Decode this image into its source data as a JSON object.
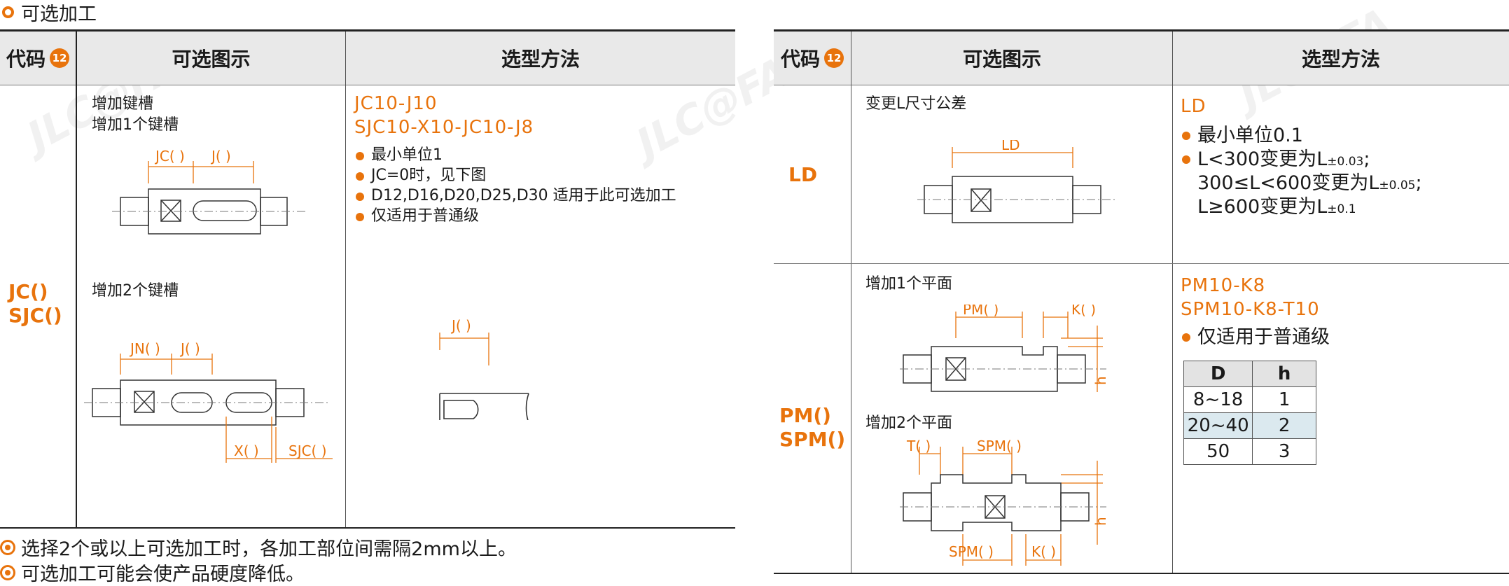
{
  "section_title": "可选加工",
  "watermark": "JLC@FA",
  "headers": {
    "code": "代码",
    "badge": "12",
    "diagram": "可选图示",
    "method": "选型方法"
  },
  "left": {
    "code": "JC()\nSJC()",
    "keyway_title": "增加键槽",
    "keyway_one": "增加1个键槽",
    "keyway_two": "增加2个键槽",
    "dims_one": [
      "JC( )",
      "J( )"
    ],
    "dims_two": [
      "JN( )",
      "J( )",
      "X( )",
      "SJC( )"
    ],
    "dim_detail": "J( )",
    "sel_codes": [
      "JC10-J10",
      "SJC10-X10-JC10-J8"
    ],
    "bullets": [
      "最小单位1",
      "JC=0时，见下图",
      "D12,D16,D20,D25,D30 适用于此可选加工",
      "仅适用于普通级"
    ]
  },
  "right": {
    "row1": {
      "code": "LD",
      "label": "变更L尺寸公差",
      "dim": "LD",
      "sel_code": "LD",
      "bullets": [
        "最小单位0.1"
      ],
      "tol_lines": [
        {
          "pre": "L<300变更为L",
          "sub": "±0.03",
          "post": ";"
        },
        {
          "pre": "300≤L<600变更为L",
          "sub": "±0.05",
          "post": ";"
        },
        {
          "pre": "L≥600变更为L",
          "sub": "±0.1",
          "post": ""
        }
      ]
    },
    "row2": {
      "code": "PM()\nSPM()",
      "flat_one": "增加1个平面",
      "flat_two": "增加2个平面",
      "dims_one": [
        "PM( )",
        "K( )",
        "h"
      ],
      "dims_two": [
        "T( )",
        "SPM( )",
        "SPM( )",
        "K( )",
        "h"
      ],
      "sel_codes": [
        "PM10-K8",
        "SPM10-K8-T10"
      ],
      "bullets": [
        "仅适用于普通级"
      ],
      "table": {
        "headers": [
          "D",
          "h"
        ],
        "rows": [
          [
            "8~18",
            "1"
          ],
          [
            "20~40",
            "2"
          ],
          [
            "50",
            "3"
          ]
        ],
        "highlight_row": 1,
        "highlight_color": "#dbe9ef"
      }
    }
  },
  "notes": [
    "选择2个或以上可选加工时，各加工部位间需隔2mm以上。",
    "可选加工可能会使产品硬度降低。"
  ],
  "colors": {
    "accent": "#e8730c",
    "header_bg": "#e9e9e9"
  }
}
